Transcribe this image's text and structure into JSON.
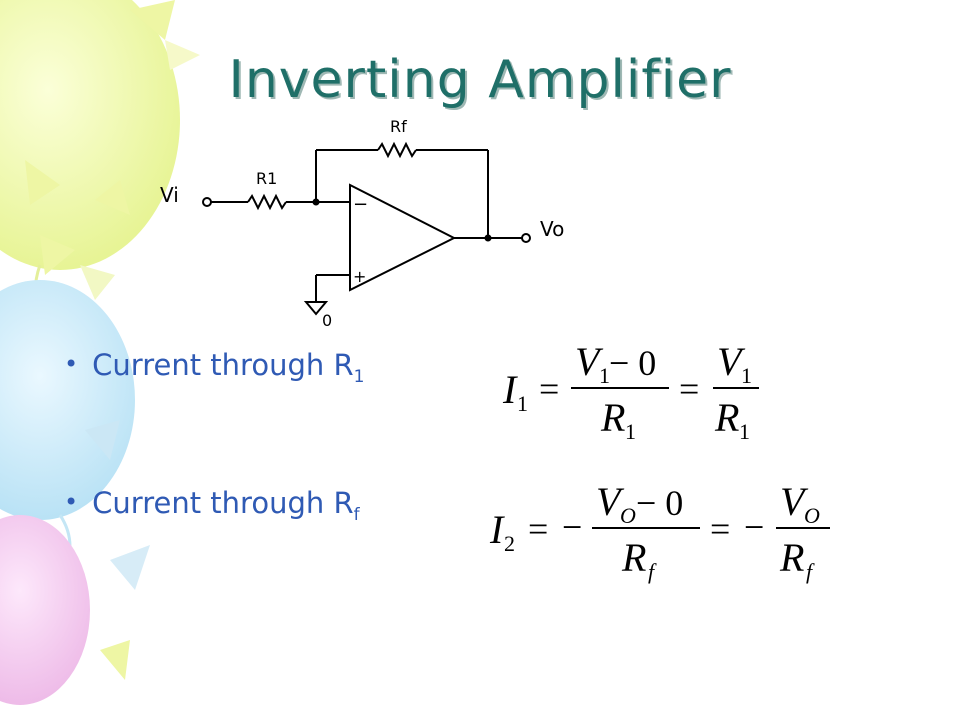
{
  "slide": {
    "title": "Inverting Amplifier",
    "circuit": {
      "label_rf": "Rf",
      "label_r1": "R1",
      "label_vi": "Vi",
      "label_vo": "Vo",
      "label_minus": "−",
      "label_plus": "+",
      "label_ground": "0"
    },
    "bullets": [
      {
        "text": "Current through R",
        "sub": "1"
      },
      {
        "text": "Current through R",
        "sub": "f"
      }
    ],
    "equation1": {
      "lhs": "I",
      "lhs_sub": "1",
      "num1": "V",
      "num1_sub": "1",
      "num1_rest": " − 0",
      "den1": "R",
      "den1_sub": "1",
      "num2": "V",
      "num2_sub": "1",
      "den2": "R",
      "den2_sub": "1",
      "eq": "="
    },
    "equation2": {
      "lhs": "I",
      "lhs_sub": "2",
      "minus": "−",
      "num1": "V",
      "num1_sub": "O",
      "num1_rest": " − 0",
      "den1": "R",
      "den1_sub": "f",
      "num2": "V",
      "num2_sub": "O",
      "den2": "R",
      "den2_sub": "f",
      "eq": "="
    },
    "colors": {
      "title": "#1f6f68",
      "bullet_text": "#2f5ab4",
      "balloon_yellow": "#eef7a8",
      "balloon_blue": "#c9e9f7",
      "balloon_pink": "#f3c9ef"
    }
  }
}
